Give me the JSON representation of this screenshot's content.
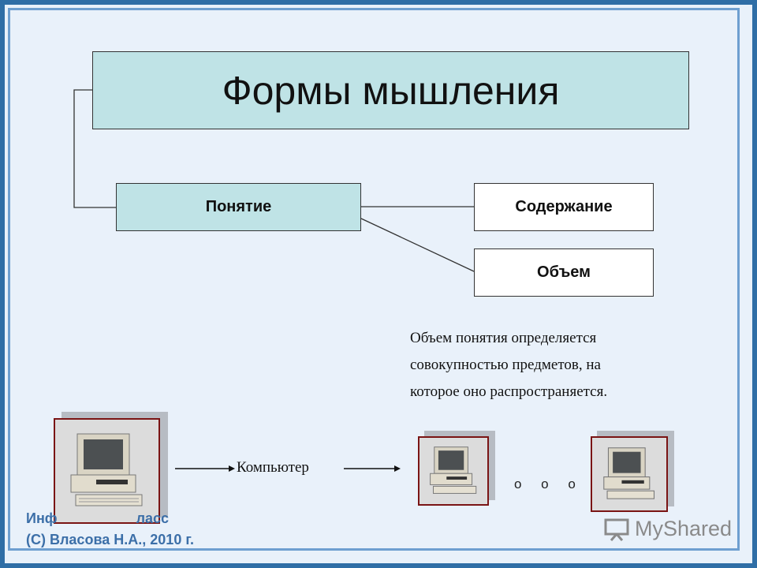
{
  "title": "Формы мышления",
  "nodes": {
    "concept": "Понятие",
    "content": "Содержание",
    "volume": "Объем"
  },
  "description": {
    "line1": "Объем понятия определяется",
    "line2": "совокупностью предметов, на",
    "line3": "которое оно распространяется."
  },
  "example_label": "Компьютер",
  "ellipsis": "o o o",
  "footer": {
    "line1": "Инф                    ласс",
    "line2": "(С) Власова Н.А., 2010 г."
  },
  "watermark": "MyShared",
  "colors": {
    "frame": "#2f6ea6",
    "box_fill": "#bfe3e6",
    "background": "#e9f1fa",
    "photo_border": "#7a1414"
  }
}
